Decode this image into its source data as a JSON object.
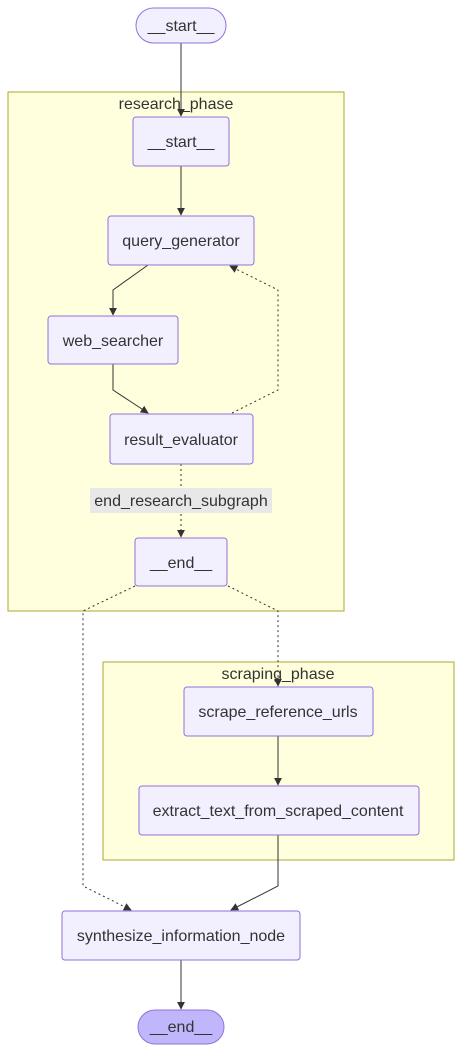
{
  "clusters": {
    "research": {
      "title": "research_phase"
    },
    "scraping": {
      "title": "scraping_phase"
    }
  },
  "nodes": {
    "start": "__start__",
    "research_start": "__start__",
    "query_generator": "query_generator",
    "web_searcher": "web_searcher",
    "result_evaluator": "result_evaluator",
    "research_end": "__end__",
    "scrape_reference_urls": "scrape_reference_urls",
    "extract_text": "extract_text_from_scraped_content",
    "synthesize": "synthesize_information_node",
    "end": "__end__"
  },
  "edges": {
    "evaluator_to_end_label": "end_research_subgraph"
  },
  "colors": {
    "node_fill": "#f2f0ff",
    "node_stroke": "#9370db",
    "terminal_end_fill": "#bfb6fc",
    "cluster_fill": "#ffffde",
    "cluster_stroke": "#aaaa33",
    "edge": "#333333",
    "edge_label_bg": "#e8e8e8"
  }
}
